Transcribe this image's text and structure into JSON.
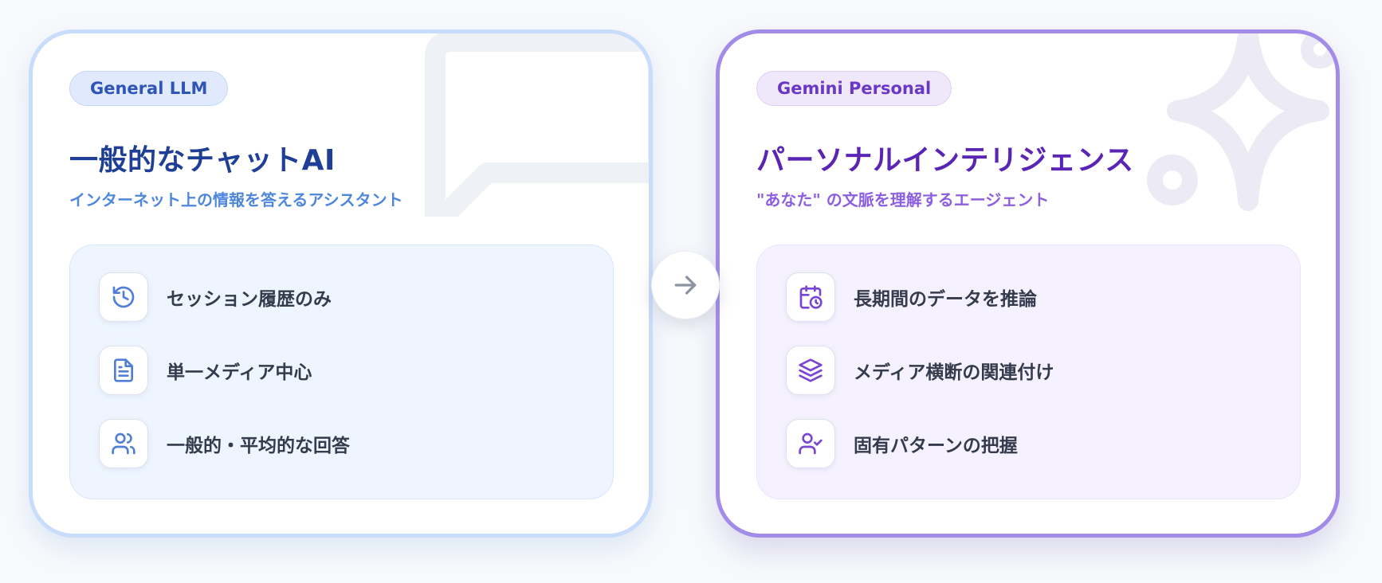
{
  "general": {
    "badge": "General LLM",
    "title": "一般的なチャットAI",
    "subtitle": "インターネット上の情報を答えるアシスタント",
    "features": [
      {
        "icon": "history-icon",
        "label": "セッション履歴のみ"
      },
      {
        "icon": "document-icon",
        "label": "単一メディア中心"
      },
      {
        "icon": "users-icon",
        "label": "一般的・平均的な回答"
      }
    ],
    "accent": "#2f55b8",
    "decoration": "chat-bubble-icon"
  },
  "transition": {
    "icon": "arrow-right-icon"
  },
  "gemini": {
    "badge": "Gemini Personal",
    "title": "パーソナルインテリジェンス",
    "subtitle": "\"あなた\" の文脈を理解するエージェント",
    "features": [
      {
        "icon": "calendar-clock-icon",
        "label": "長期間のデータを推論"
      },
      {
        "icon": "layers-icon",
        "label": "メディア横断の関連付け"
      },
      {
        "icon": "user-check-icon",
        "label": "固有パターンの把握"
      }
    ],
    "accent": "#6a38c4",
    "decoration": "sparkle-icon"
  }
}
